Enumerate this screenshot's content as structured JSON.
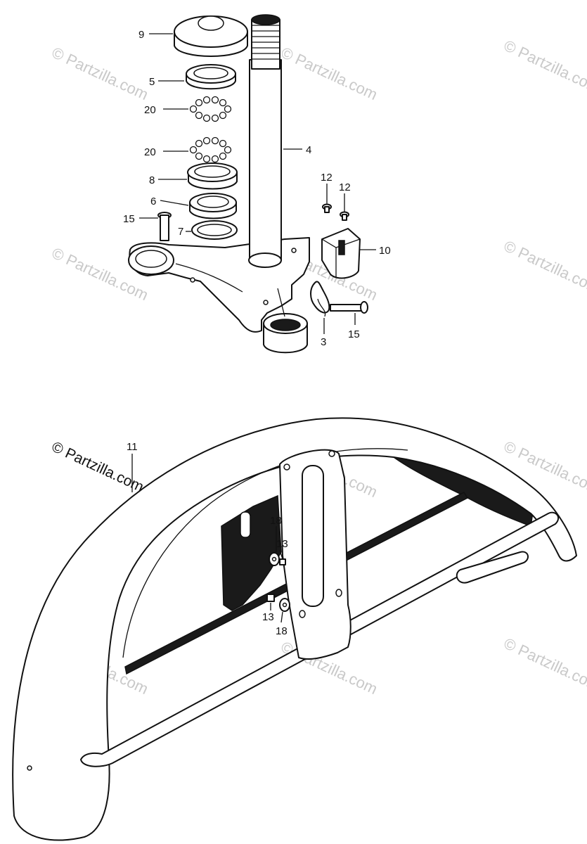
{
  "watermarks": {
    "tile_text": "© Partzilla.com",
    "main_text": "© Partzilla.com"
  },
  "callouts": {
    "top_cap": "9",
    "upper_race": "5",
    "upper_balls": "20",
    "stem": "4",
    "lower_balls": "20",
    "lower_race": "8",
    "cone_race": "6",
    "bolt_left": "15",
    "seal": "7",
    "screw_a": "12",
    "screw_b": "12",
    "cable_holder": "10",
    "clip": "3",
    "bolt_right": "15",
    "fender": "11",
    "washer_upper": "18",
    "nut_upper": "13",
    "nut_lower": "13",
    "washer_lower": "18"
  },
  "colors": {
    "line": "#111111",
    "watermark": "#c9c9c9",
    "background": "#ffffff"
  }
}
